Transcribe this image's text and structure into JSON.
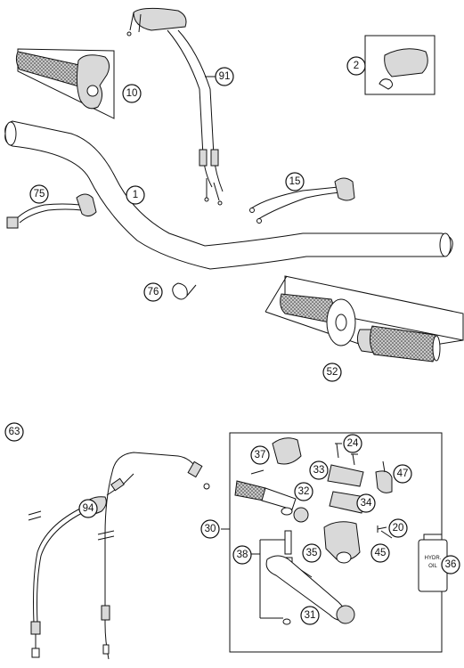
{
  "callouts": [
    {
      "id": "c91",
      "label": "91"
    },
    {
      "id": "c10",
      "label": "10"
    },
    {
      "id": "c2",
      "label": "2"
    },
    {
      "id": "c1",
      "label": "1"
    },
    {
      "id": "c75",
      "label": "75"
    },
    {
      "id": "c15",
      "label": "15"
    },
    {
      "id": "c76",
      "label": "76"
    },
    {
      "id": "c52",
      "label": "52"
    },
    {
      "id": "c63",
      "label": "63"
    },
    {
      "id": "c94",
      "label": "94"
    },
    {
      "id": "c37",
      "label": "37"
    },
    {
      "id": "c24",
      "label": "24"
    },
    {
      "id": "c33",
      "label": "33"
    },
    {
      "id": "c47",
      "label": "47"
    },
    {
      "id": "c32",
      "label": "32"
    },
    {
      "id": "c30",
      "label": "30"
    },
    {
      "id": "c34",
      "label": "34"
    },
    {
      "id": "c20",
      "label": "20"
    },
    {
      "id": "c38",
      "label": "38"
    },
    {
      "id": "c35",
      "label": "35"
    },
    {
      "id": "c45",
      "label": "45"
    },
    {
      "id": "c36",
      "label": "36"
    },
    {
      "id": "c31",
      "label": "31"
    }
  ],
  "bottle_label": [
    "HYDR.",
    "OIL"
  ]
}
